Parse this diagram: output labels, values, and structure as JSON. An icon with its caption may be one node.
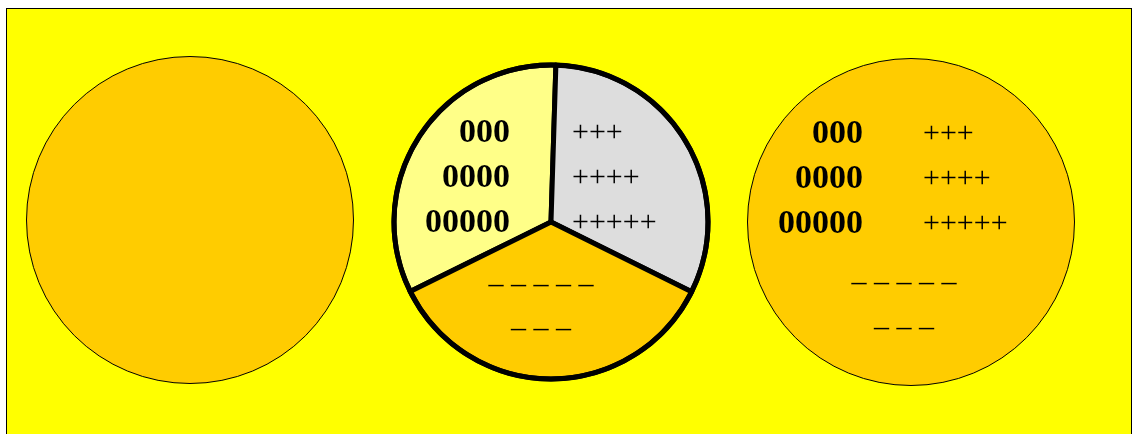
{
  "diagram": {
    "nodes": [
      {
        "text": [],
        "shape": "circle"
      },
      {
        "text": [],
        "shape": "circle"
      },
      {
        "text": [
          "000 0000 00000"
        ],
        "in": 1
      },
      {
        "text": [
          "+++ ++++ +++++"
        ],
        "in": 1
      },
      {
        "text": [
          "– – – – –",
          "– – –"
        ],
        "in": 1
      },
      {
        "text": [
          "000 0000 00000",
          "+++ ++++ +++++",
          "– – – – –",
          "– – –"
        ]
      }
    ]
  }
}
